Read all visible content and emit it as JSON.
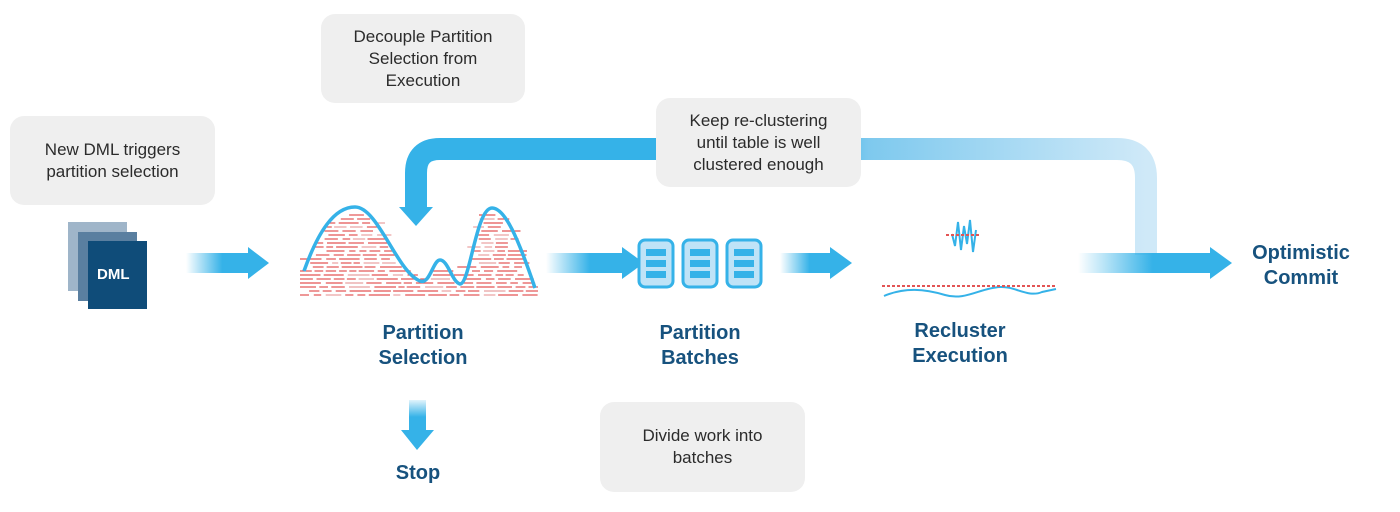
{
  "callouts": {
    "dml_trigger": [
      "New DML triggers",
      "partition selection"
    ],
    "decouple": [
      "Decouple Partition",
      "Selection from",
      "Execution"
    ],
    "keep_reclustering": [
      "Keep re-clustering",
      "until table is well",
      "clustered enough"
    ],
    "divide_work": [
      "Divide work into",
      "batches"
    ]
  },
  "stages": {
    "dml_badge": "DML",
    "partition_selection": [
      "Partition",
      "Selection"
    ],
    "partition_batches": [
      "Partition",
      "Batches"
    ],
    "recluster_execution": [
      "Recluster",
      "Execution"
    ],
    "optimistic_commit": [
      "Optimistic",
      "Commit"
    ],
    "stop": "Stop"
  },
  "colors": {
    "arrow": "#35b2e8",
    "arrow_light": "#cfe9f8",
    "label": "#17527e",
    "callout_bg": "#efefef",
    "doc_dark": "#0f4c79",
    "doc_mid": "#5a7fa0",
    "doc_light": "#9fb5c9",
    "partition_lines": "#e35454",
    "curve": "#35b2e8",
    "batch_fill": "#bfe3f7",
    "batch_stroke": "#35b2e8"
  }
}
